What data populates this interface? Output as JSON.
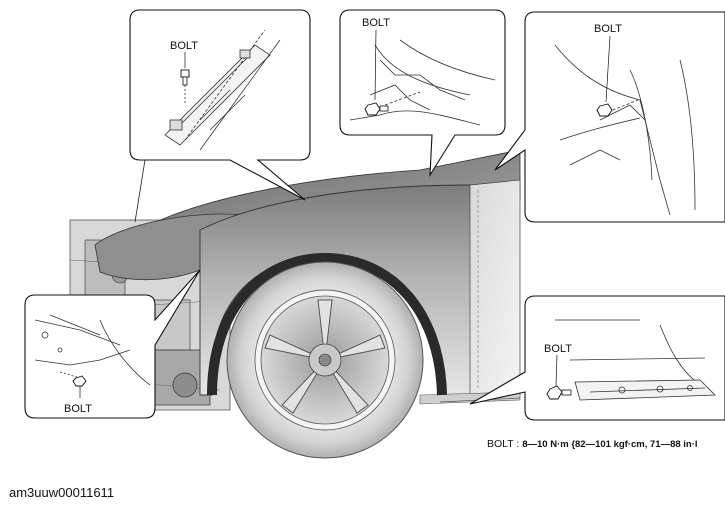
{
  "callouts": {
    "top_left": {
      "label": "BOLT"
    },
    "top_center": {
      "label": "BOLT"
    },
    "top_right": {
      "label": "BOLT"
    },
    "bottom_left": {
      "label": "BOLT"
    },
    "bottom_right": {
      "label": "BOLT"
    }
  },
  "spec": {
    "prefix": "BOLT : ",
    "value": "8—10 N·m {82—101 kgf·cm, 71—88 in·l"
  },
  "figure_id": "am3uuw00011611"
}
